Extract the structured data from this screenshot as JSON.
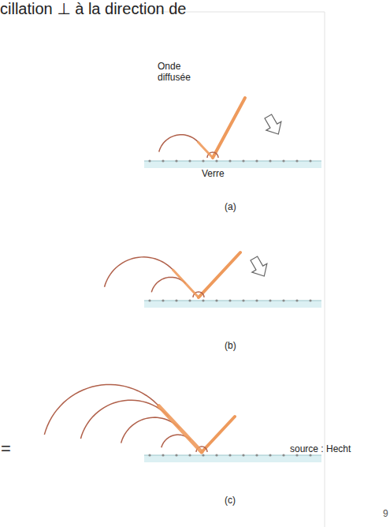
{
  "diagram": {
    "labels": [
      "cillation ⊥ à la direction de",
      "Onde diffusée",
      "Verre",
      "(a)",
      "(b)",
      "(c)",
      "=",
      "source : Hecht",
      "9"
    ]
  }
}
